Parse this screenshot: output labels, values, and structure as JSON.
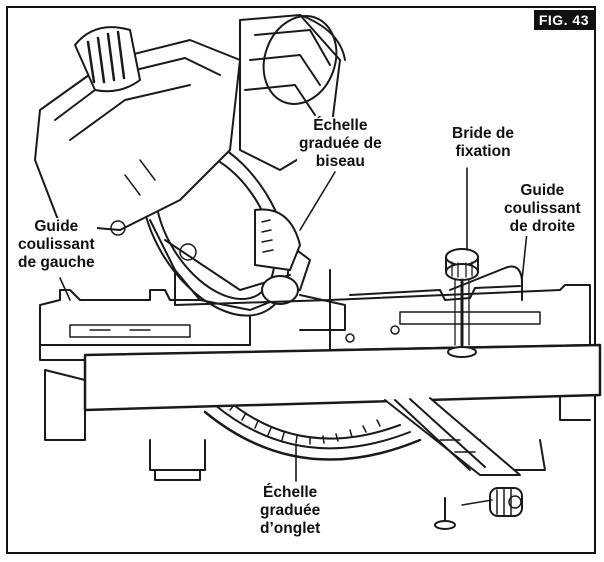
{
  "figure": {
    "badge": "FIG. 43",
    "labels": {
      "bevel_scale": [
        "Échelle",
        "graduée de",
        "biseau"
      ],
      "clamp": [
        "Bride de",
        "fixation"
      ],
      "right_fence": [
        "Guide",
        "coulissant",
        "de droite"
      ],
      "left_fence": [
        "Guide",
        "coulissant",
        "de gauche"
      ],
      "miter_scale": [
        "Échelle",
        "graduée",
        "d’onglet"
      ]
    }
  }
}
